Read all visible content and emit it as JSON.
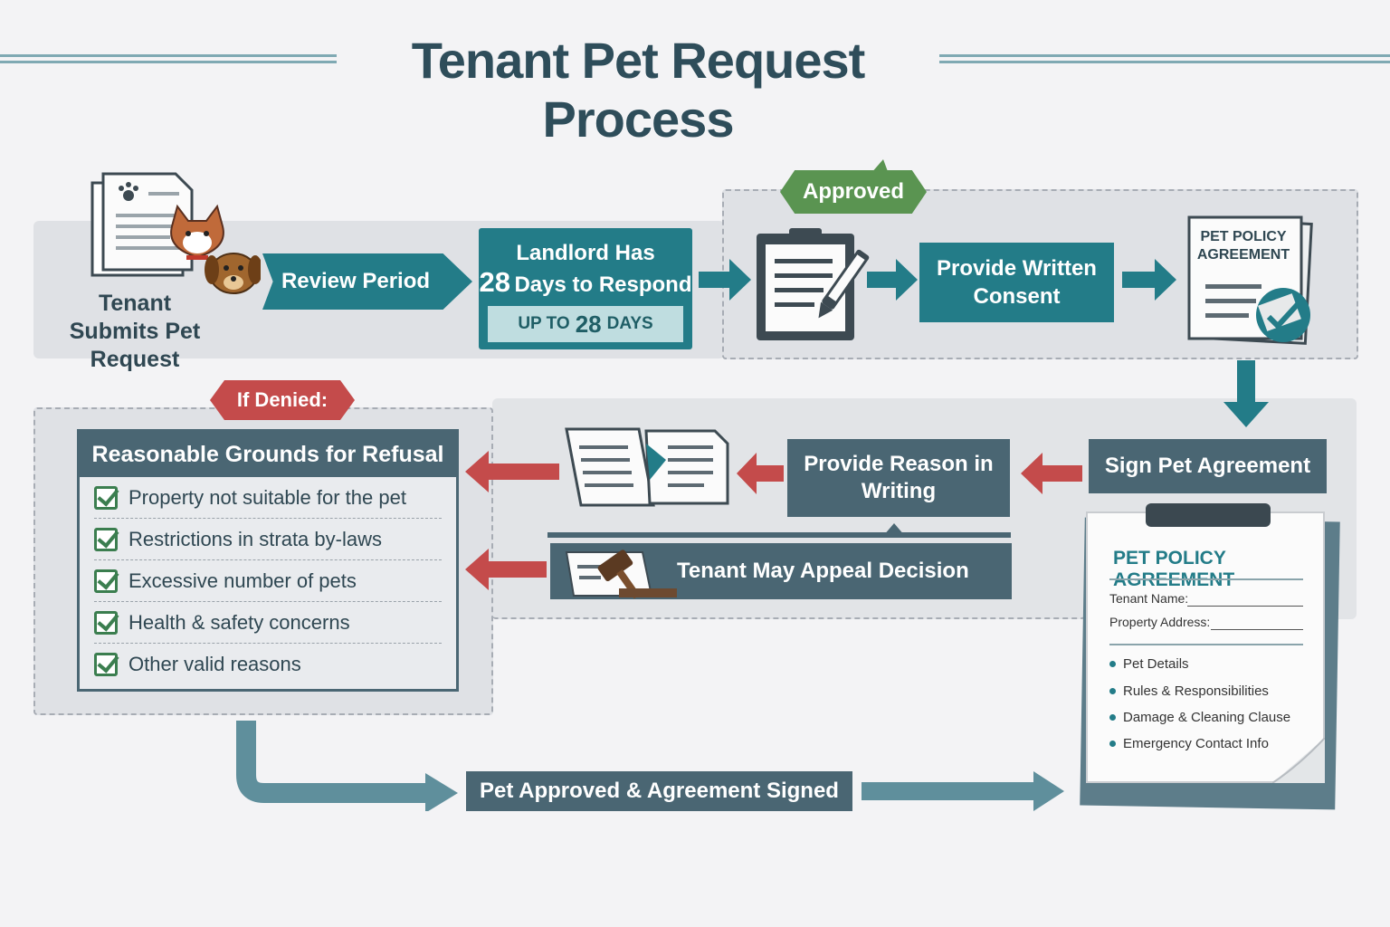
{
  "title": "Tenant Pet Request Process",
  "top_row": {
    "start_label": "Tenant Submits Pet Request",
    "review_label": "Review Period",
    "landlord_line1": "Landlord Has",
    "landlord_line2_num": "28",
    "landlord_line2_text": "Days to Respond",
    "upto_prefix": "UP TO",
    "upto_num": "28",
    "upto_suffix": "DAYS",
    "approved_tag": "Approved",
    "consent_label": "Provide Written Consent",
    "pet_policy_icon_text": "PET POLICY AGREEMENT"
  },
  "middle_row": {
    "denied_tag": "If Denied:",
    "sign_label": "Sign Pet Agreement",
    "reason_label": "Provide Reason in Writing",
    "appeal_label": "Tenant May Appeal Decision"
  },
  "refusal": {
    "heading": "Reasonable Grounds for Refusal",
    "items": [
      "Property not suitable for the pet",
      "Restrictions in strata by-laws",
      "Excessive number of pets",
      "Health & safety concerns",
      "Other valid reasons"
    ]
  },
  "agreement_doc": {
    "title": "PET POLICY AGREEMENT",
    "tenant_name": "Tenant Name:",
    "property_address": "Property Address:",
    "bullets": [
      "Pet Details",
      "Rules & Responsibilities",
      "Damage & Cleaning Clause",
      "Emergency Contact Info"
    ]
  },
  "bottom": {
    "final_label": "Pet Approved & Agreement Signed"
  },
  "colors": {
    "teal": "#237c88",
    "slate": "#4a6673",
    "green": "#5a9451",
    "red": "#c44b4b"
  }
}
